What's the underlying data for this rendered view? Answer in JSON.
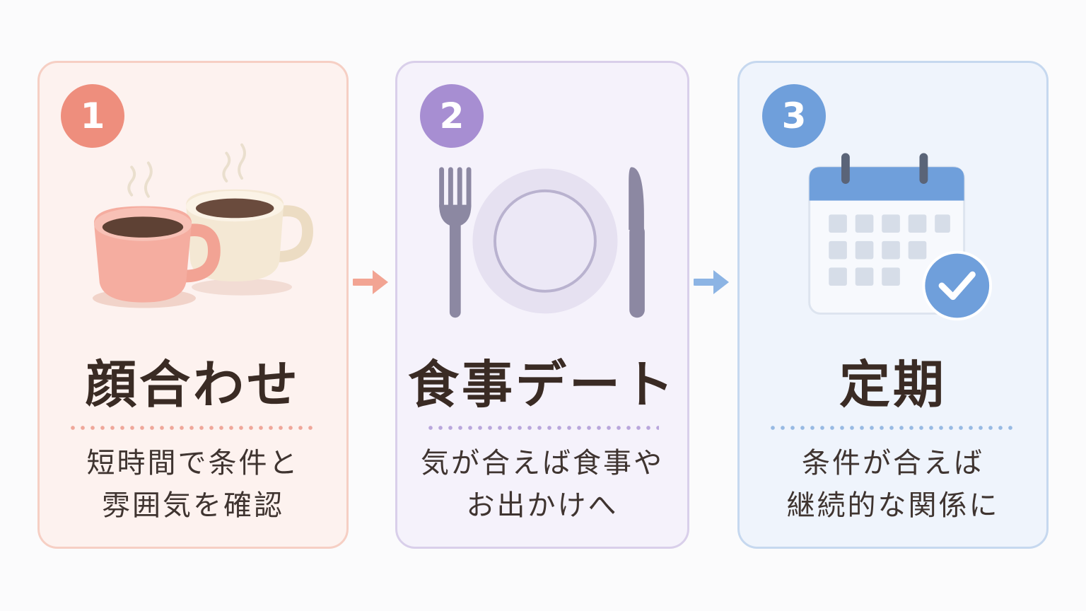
{
  "steps": [
    {
      "number": "1",
      "title": "顔合わせ",
      "desc_line1": "短時間で条件と",
      "desc_line2": "雰囲気を確認",
      "icon": "coffee-cups-icon",
      "accent": "#ee8e7d"
    },
    {
      "number": "2",
      "title": "食事デート",
      "desc_line1": "気が合えば食事や",
      "desc_line2": "お出かけへ",
      "icon": "plate-fork-knife-icon",
      "accent": "#a78ed2"
    },
    {
      "number": "3",
      "title": "定期",
      "desc_line1": "条件が合えば",
      "desc_line2": "継続的な関係に",
      "icon": "calendar-check-icon",
      "accent": "#6f9fdb"
    }
  ],
  "arrows": [
    {
      "icon": "arrow-right-icon",
      "color": "#f2a493"
    },
    {
      "icon": "arrow-right-icon",
      "color": "#8cb4e4"
    }
  ]
}
